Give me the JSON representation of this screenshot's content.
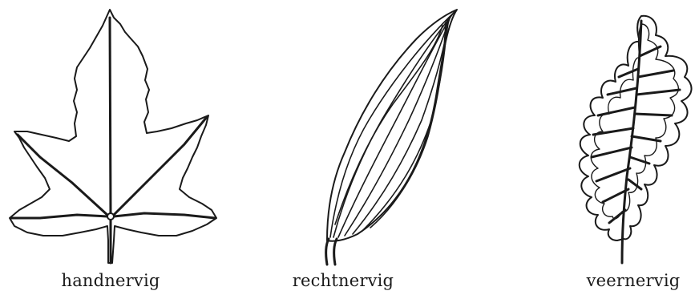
{
  "leaves": [
    {
      "label": "handnervig",
      "icon": "palmate-leaf-icon"
    },
    {
      "label": "rechtnervig",
      "icon": "parallel-leaf-icon"
    },
    {
      "label": "veernervig",
      "icon": "pinnate-leaf-icon"
    }
  ],
  "colors": {
    "ink": "#1a1a1a",
    "background": "#ffffff"
  }
}
